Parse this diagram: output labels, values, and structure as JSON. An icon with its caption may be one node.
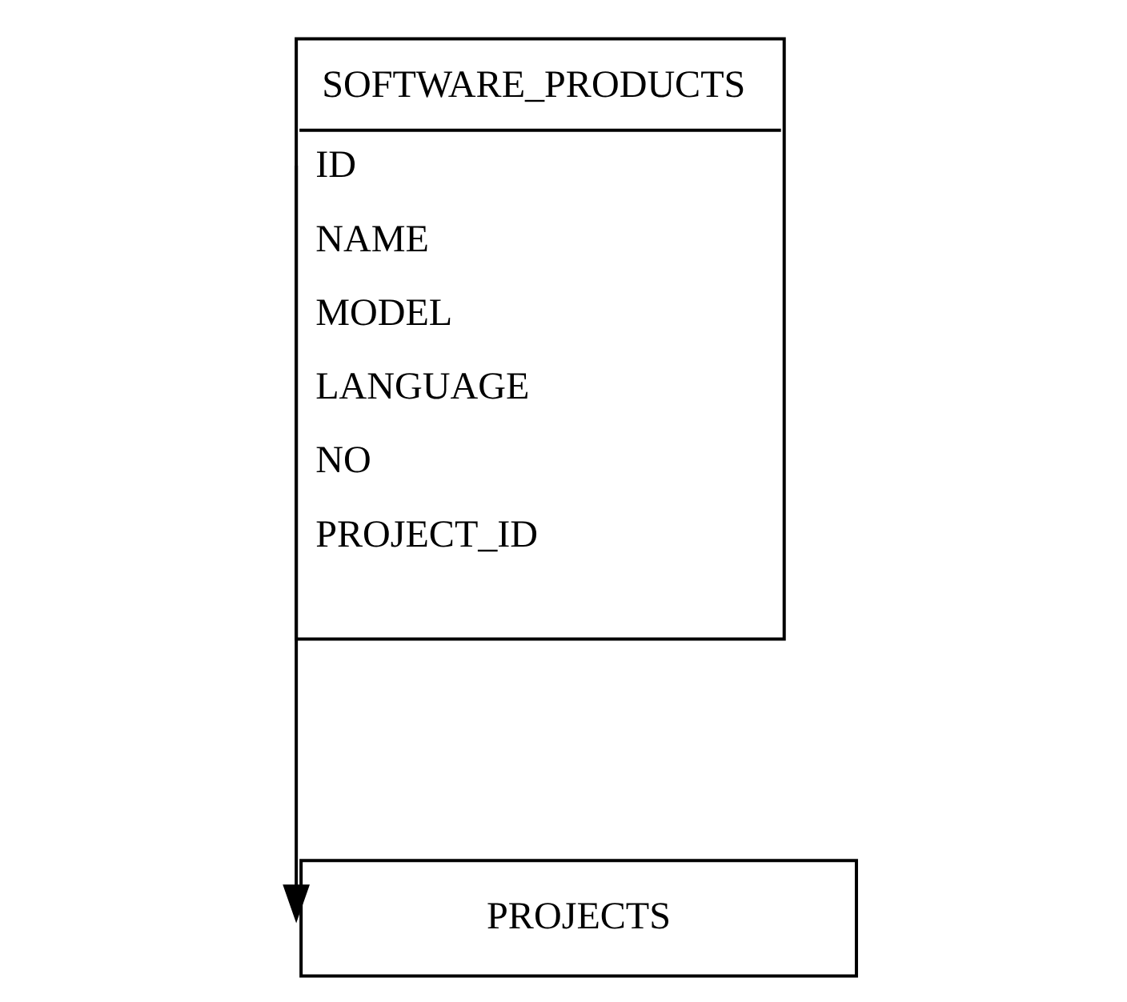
{
  "diagram": {
    "nodes": [
      {
        "text": [
          "SOFTWARE_PRODUCTS",
          "ID",
          "NAME",
          "MODEL",
          "LANGUAGE",
          "NO",
          "PROJECT_ID"
        ]
      },
      {
        "text": [
          "PROJECTS"
        ]
      }
    ],
    "edges": [
      {
        "from": 0,
        "to": 1,
        "arrow": "to"
      }
    ]
  }
}
